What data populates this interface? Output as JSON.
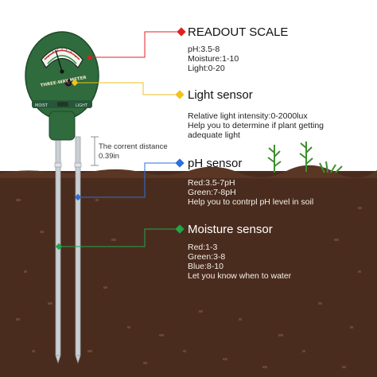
{
  "distance": {
    "label": "The corrent distance",
    "value": "0.39in"
  },
  "meter": {
    "brand_text": "THREE-WAY METER"
  },
  "callouts": [
    {
      "id": "readout",
      "title": "READOUT SCALE",
      "lines": [
        "pH:3.5-8",
        "Moisture:1-10",
        "Light:0-20"
      ],
      "marker_color": "#e02020"
    },
    {
      "id": "light",
      "title": "Light sensor",
      "lines": [
        "Relative light intensity:0-2000lux",
        "Help you to determine if plant getting",
        "adequate light"
      ],
      "marker_color": "#f2c21a"
    },
    {
      "id": "ph",
      "title": "pH sensor",
      "lines": [
        "Red:3.5-7pH",
        "Green:7-8pH",
        "Help you to contrpl pH level in soil"
      ],
      "marker_color": "#2e6fd8"
    },
    {
      "id": "moisture",
      "title": "Moisture sensor",
      "lines": [
        "Red:1-3",
        "Green:3-8",
        "Blue:8-10",
        "Let you know when to water"
      ],
      "marker_color": "#1fa84a"
    }
  ],
  "colors": {
    "soil": "#4a2c1e",
    "grass": "#3f8f2e",
    "meter_body": "#2f6b3c",
    "probe": "#c9cfd3"
  }
}
